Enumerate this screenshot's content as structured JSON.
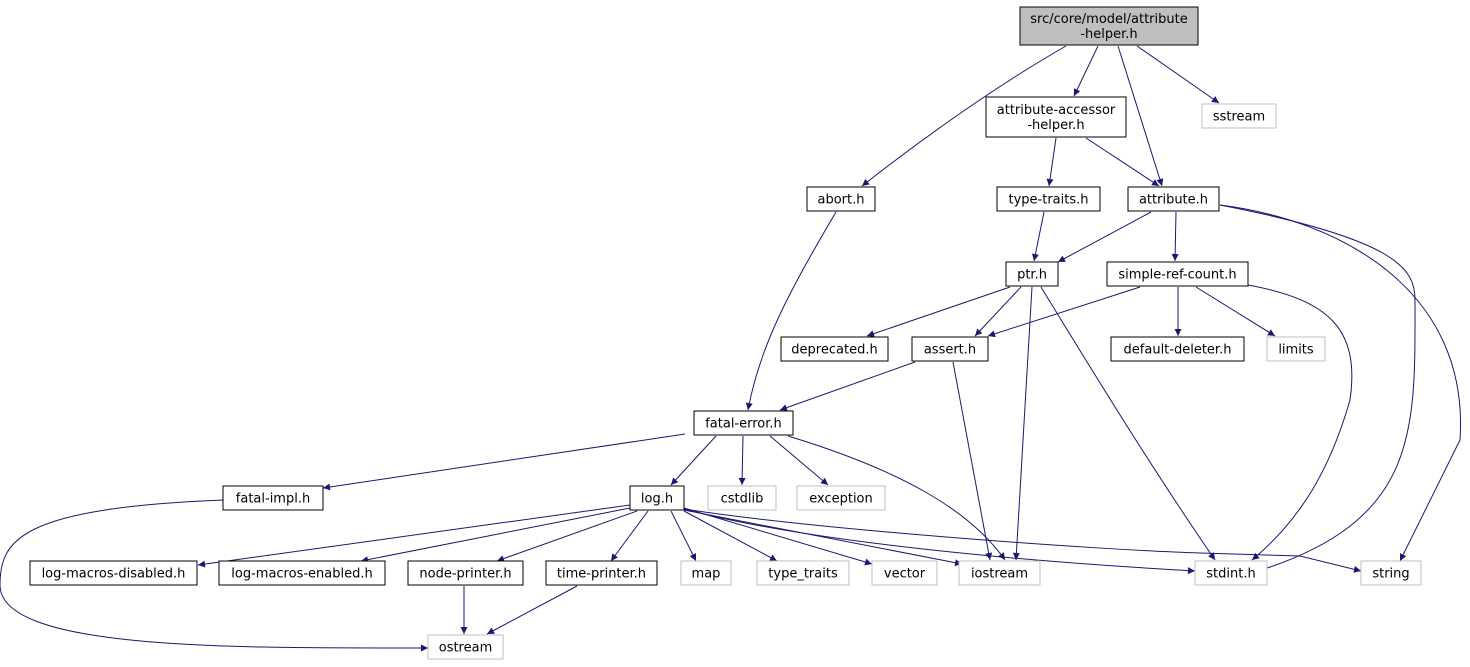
{
  "colors": {
    "edge": "#191970",
    "root_fill": "#bfbfbf",
    "external_border": "#bfbfbf",
    "node_border": "#000000"
  },
  "nodes": {
    "root": {
      "lines": [
        "src/core/model/attribute",
        "-helper.h"
      ]
    },
    "attribute_accessor_helper": {
      "lines": [
        "attribute-accessor",
        "-helper.h"
      ]
    },
    "sstream": {
      "lines": [
        "sstream"
      ]
    },
    "abort": {
      "lines": [
        "abort.h"
      ]
    },
    "type_traits_h": {
      "lines": [
        "type-traits.h"
      ]
    },
    "attribute": {
      "lines": [
        "attribute.h"
      ]
    },
    "ptr": {
      "lines": [
        "ptr.h"
      ]
    },
    "simple_ref_count": {
      "lines": [
        "simple-ref-count.h"
      ]
    },
    "deprecated": {
      "lines": [
        "deprecated.h"
      ]
    },
    "assert": {
      "lines": [
        "assert.h"
      ]
    },
    "default_deleter": {
      "lines": [
        "default-deleter.h"
      ]
    },
    "limits": {
      "lines": [
        "limits"
      ]
    },
    "fatal_error": {
      "lines": [
        "fatal-error.h"
      ]
    },
    "fatal_impl": {
      "lines": [
        "fatal-impl.h"
      ]
    },
    "log": {
      "lines": [
        "log.h"
      ]
    },
    "cstdlib": {
      "lines": [
        "cstdlib"
      ]
    },
    "exception": {
      "lines": [
        "exception"
      ]
    },
    "log_macros_disabled": {
      "lines": [
        "log-macros-disabled.h"
      ]
    },
    "log_macros_enabled": {
      "lines": [
        "log-macros-enabled.h"
      ]
    },
    "node_printer": {
      "lines": [
        "node-printer.h"
      ]
    },
    "time_printer": {
      "lines": [
        "time-printer.h"
      ]
    },
    "map": {
      "lines": [
        "map"
      ]
    },
    "type_traits": {
      "lines": [
        "type_traits"
      ]
    },
    "vector": {
      "lines": [
        "vector"
      ]
    },
    "iostream": {
      "lines": [
        "iostream"
      ]
    },
    "stdint": {
      "lines": [
        "stdint.h"
      ]
    },
    "string": {
      "lines": [
        "string"
      ]
    },
    "ostream": {
      "lines": [
        "ostream"
      ]
    }
  },
  "edges": [
    [
      "root",
      "abort"
    ],
    [
      "root",
      "attribute_accessor_helper"
    ],
    [
      "root",
      "attribute"
    ],
    [
      "root",
      "sstream"
    ],
    [
      "attribute_accessor_helper",
      "type_traits_h"
    ],
    [
      "attribute_accessor_helper",
      "attribute"
    ],
    [
      "abort",
      "fatal_error"
    ],
    [
      "type_traits_h",
      "ptr"
    ],
    [
      "attribute",
      "ptr"
    ],
    [
      "attribute",
      "simple_ref_count"
    ],
    [
      "attribute",
      "stdint"
    ],
    [
      "attribute",
      "string"
    ],
    [
      "ptr",
      "deprecated"
    ],
    [
      "ptr",
      "assert"
    ],
    [
      "ptr",
      "iostream"
    ],
    [
      "ptr",
      "stdint"
    ],
    [
      "simple_ref_count",
      "assert"
    ],
    [
      "simple_ref_count",
      "default_deleter"
    ],
    [
      "simple_ref_count",
      "limits"
    ],
    [
      "simple_ref_count",
      "stdint"
    ],
    [
      "assert",
      "fatal_error"
    ],
    [
      "assert",
      "iostream"
    ],
    [
      "fatal_error",
      "fatal_impl"
    ],
    [
      "fatal_error",
      "log"
    ],
    [
      "fatal_error",
      "cstdlib"
    ],
    [
      "fatal_error",
      "exception"
    ],
    [
      "fatal_error",
      "iostream"
    ],
    [
      "fatal_impl",
      "ostream"
    ],
    [
      "log",
      "log_macros_disabled"
    ],
    [
      "log",
      "log_macros_enabled"
    ],
    [
      "log",
      "node_printer"
    ],
    [
      "log",
      "time_printer"
    ],
    [
      "log",
      "map"
    ],
    [
      "log",
      "type_traits"
    ],
    [
      "log",
      "vector"
    ],
    [
      "log",
      "iostream"
    ],
    [
      "log",
      "stdint"
    ],
    [
      "log",
      "string"
    ],
    [
      "node_printer",
      "ostream"
    ],
    [
      "time_printer",
      "ostream"
    ]
  ]
}
